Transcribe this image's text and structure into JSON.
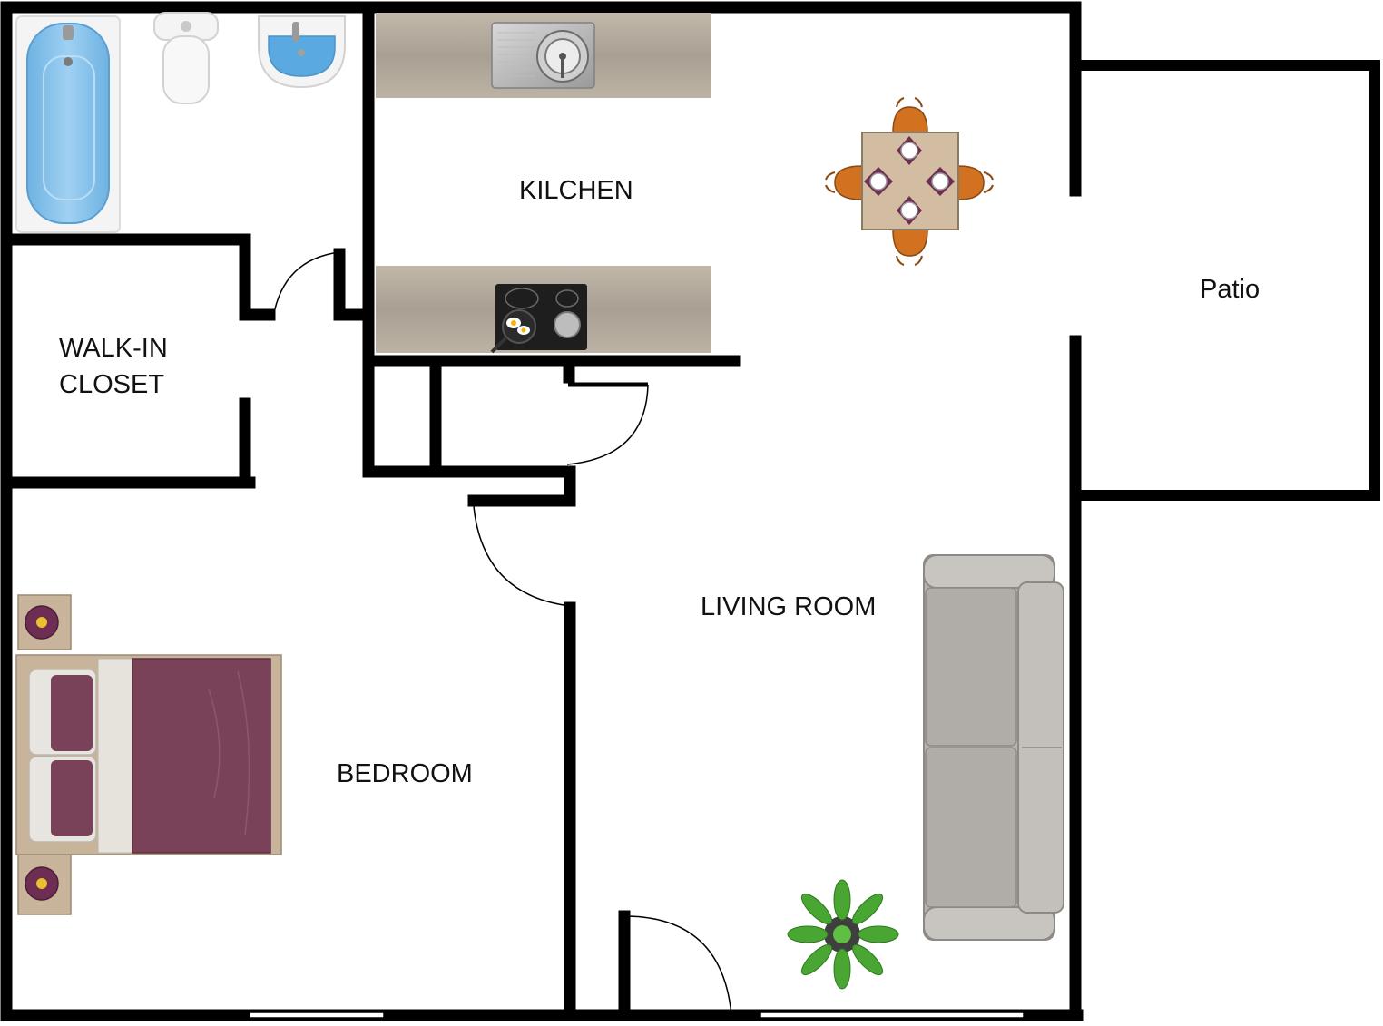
{
  "floorplan": {
    "rooms": {
      "kitchen": "KILCHEN",
      "closet_line1": "WALK-IN",
      "closet_line2": "CLOSET",
      "patio": "Patio",
      "living_room": "LIVING ROOM",
      "bedroom": "BEDROOM"
    },
    "colors": {
      "wall": "#000000",
      "counter": "#b4aa9c",
      "tub_water": "#7fbde8",
      "sink_water": "#5aa9e0",
      "bedding": "#7a4259",
      "wood": "#c7b49a",
      "sofa": "#b2aeaa",
      "chair": "#d2711f",
      "table": "#d2bda2",
      "plant": "#4aa632"
    },
    "fixtures": {
      "bathroom": [
        "bathtub-icon",
        "toilet-icon",
        "bathroom-sink-icon"
      ],
      "kitchen": [
        "kitchen-sink-icon",
        "cooktop-icon"
      ],
      "dining": [
        "dining-table-icon",
        "chair-icon"
      ],
      "living": [
        "sofa-icon",
        "plant-icon"
      ],
      "bedroom": [
        "bed-icon",
        "nightstand-icon",
        "lamp-icon"
      ]
    }
  }
}
